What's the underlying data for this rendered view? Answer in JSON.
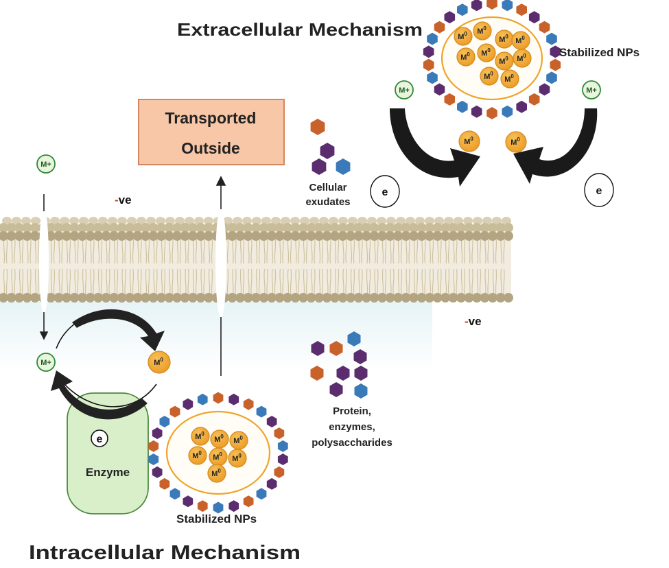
{
  "titles": {
    "extracellular": "Extracellular Mechanism",
    "intracellular": "Intracellular Mechanism"
  },
  "labels": {
    "stabilized_top": "Stabilized NPs",
    "stabilized_bottom": "Stabilized NPs",
    "transported_line1": "Transported",
    "transported_line2": "Outside",
    "exudates_line1": "Cellular",
    "exudates_line2": "exudates",
    "protein_line1": "Protein,",
    "protein_line2": "enzymes,",
    "protein_line3": "polysaccharides",
    "enzyme": "Enzyme",
    "neg_charge_sign": "-",
    "neg_charge_text": "ve"
  },
  "symbols": {
    "metal_ion": "M+",
    "metal_atom_base": "M",
    "metal_atom_sup": "0",
    "electron": "e"
  },
  "colors": {
    "hex_orange": "#c8622a",
    "hex_purple": "#5c2d6e",
    "hex_blue": "#3a7ab8",
    "nanoparticle": "#f2a93b",
    "nanoparticle_stroke": "#d08a1e",
    "ion_fill": "#e9f5df",
    "ion_stroke": "#2f8a34",
    "membrane_head": "#b4a582",
    "membrane_tail": "#cfc3a2",
    "enzyme_fill": "#d8efc9",
    "enzyme_stroke": "#4b8a3a",
    "transport_box": "#f8c7a8",
    "transport_box_stroke": "#d4865e",
    "negative_sign": "#d8381e"
  }
}
